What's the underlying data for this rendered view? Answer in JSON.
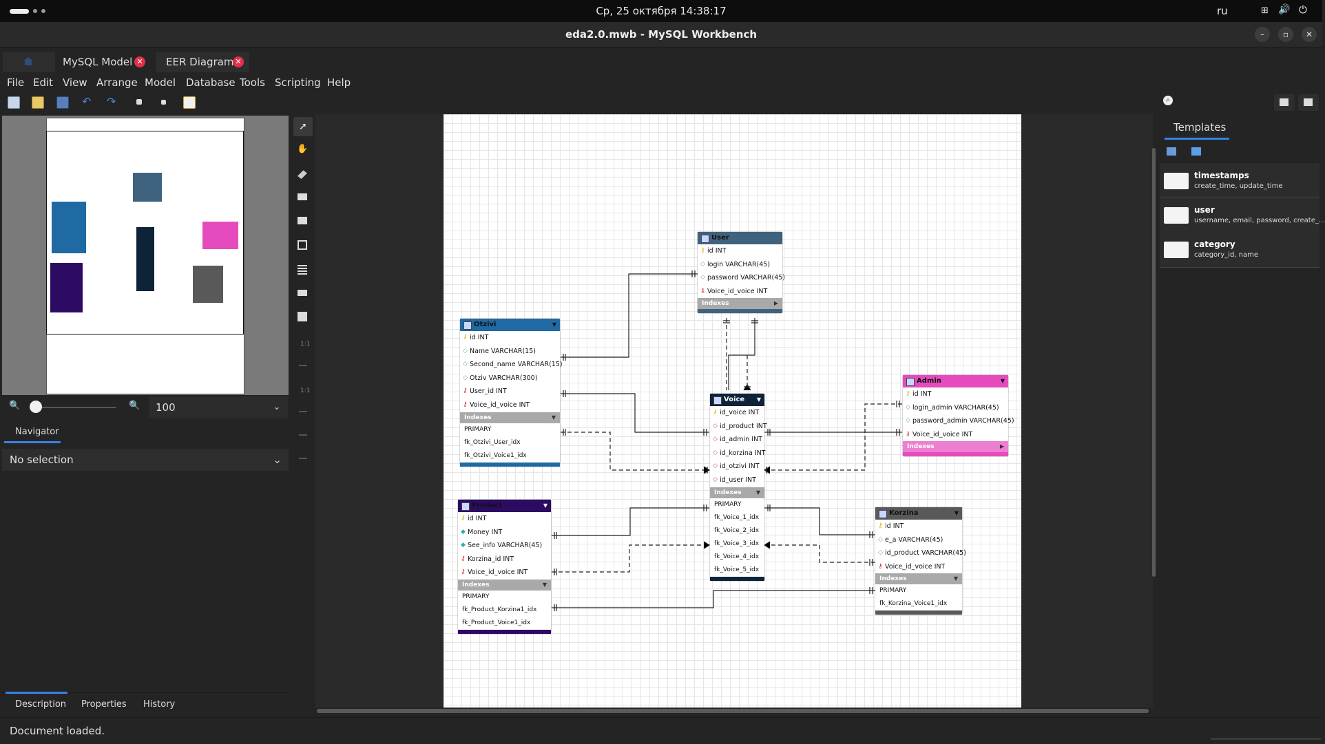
{
  "system": {
    "clock": "Ср, 25 октября  14:38:17",
    "lang": "ru"
  },
  "window": {
    "title": "eda2.0.mwb - MySQL Workbench"
  },
  "tabs": [
    {
      "label": "MySQL Model"
    },
    {
      "label": "EER Diagram"
    }
  ],
  "menu": [
    "File",
    "Edit",
    "View",
    "Arrange",
    "Model",
    "Database",
    "Tools",
    "Scripting",
    "Help"
  ],
  "navigator": {
    "zoom": "100",
    "tab_label": "Navigator",
    "selection": "No selection"
  },
  "bottom_tabs": [
    "Description",
    "Properties",
    "History"
  ],
  "status": "Document loaded.",
  "vtool_labels": {
    "one_to_one": "1:1",
    "one_to_n": "1:1"
  },
  "templates": {
    "tab": "Templates",
    "items": [
      {
        "name": "timestamps",
        "desc": "create_time, update_time"
      },
      {
        "name": "user",
        "desc": "username, email, password, create_..."
      },
      {
        "name": "category",
        "desc": "category_id, name"
      }
    ]
  },
  "colors": {
    "user": "#3f637f",
    "otzivi": "#1f6aa3",
    "voice": "#0e2338",
    "admin": "#e64bbd",
    "product": "#2d0b63",
    "korzina": "#595959",
    "accent": "#3584e4"
  },
  "entities": {
    "user": {
      "name": "User",
      "columns": [
        "id INT",
        "login VARCHAR(45)",
        "password VARCHAR(45)",
        "Voice_id_voice INT"
      ],
      "indexes_label": "Indexes",
      "indexes": []
    },
    "otzivi": {
      "name": "Otzivi",
      "columns": [
        "id INT",
        "Name VARCHAR(15)",
        "Second_name VARCHAR(15)",
        "Otziv VARCHAR(300)",
        "User_id INT",
        "Voice_id_voice INT"
      ],
      "indexes_label": "Indexes",
      "indexes": [
        "PRIMARY",
        "fk_Otzivi_User_idx",
        "fk_Otzivi_Voice1_idx"
      ]
    },
    "voice": {
      "name": "Voice",
      "columns": [
        "id_voice INT",
        "id_product INT",
        "id_admin INT",
        "id_korzina INT",
        "id_otzivi INT",
        "id_user INT"
      ],
      "indexes_label": "Indexes",
      "indexes": [
        "PRIMARY",
        "fk_Voice_1_idx",
        "fk_Voice_2_idx",
        "fk_Voice_3_idx",
        "fk_Voice_4_idx",
        "fk_Voice_5_idx"
      ]
    },
    "admin": {
      "name": "Admin",
      "columns": [
        "id INT",
        "login_admin VARCHAR(45)",
        "password_admin VARCHAR(45)",
        "Voice_id_voice INT"
      ],
      "indexes_label": "Indexes",
      "indexes": []
    },
    "product": {
      "name": "Product",
      "columns": [
        "id INT",
        "Money INT",
        "See_info VARCHAR(45)",
        "Korzina_id INT",
        "Voice_id_voice INT"
      ],
      "indexes_label": "Indexes",
      "indexes": [
        "PRIMARY",
        "fk_Product_Korzina1_idx",
        "fk_Product_Voice1_idx"
      ]
    },
    "korzina": {
      "name": "Korzina",
      "columns": [
        "id INT",
        "e_a VARCHAR(45)",
        "id_product VARCHAR(45)",
        "Voice_id_voice INT"
      ],
      "indexes_label": "Indexes",
      "indexes": [
        "PRIMARY",
        "fk_Korzina_Voice1_idx"
      ]
    }
  }
}
